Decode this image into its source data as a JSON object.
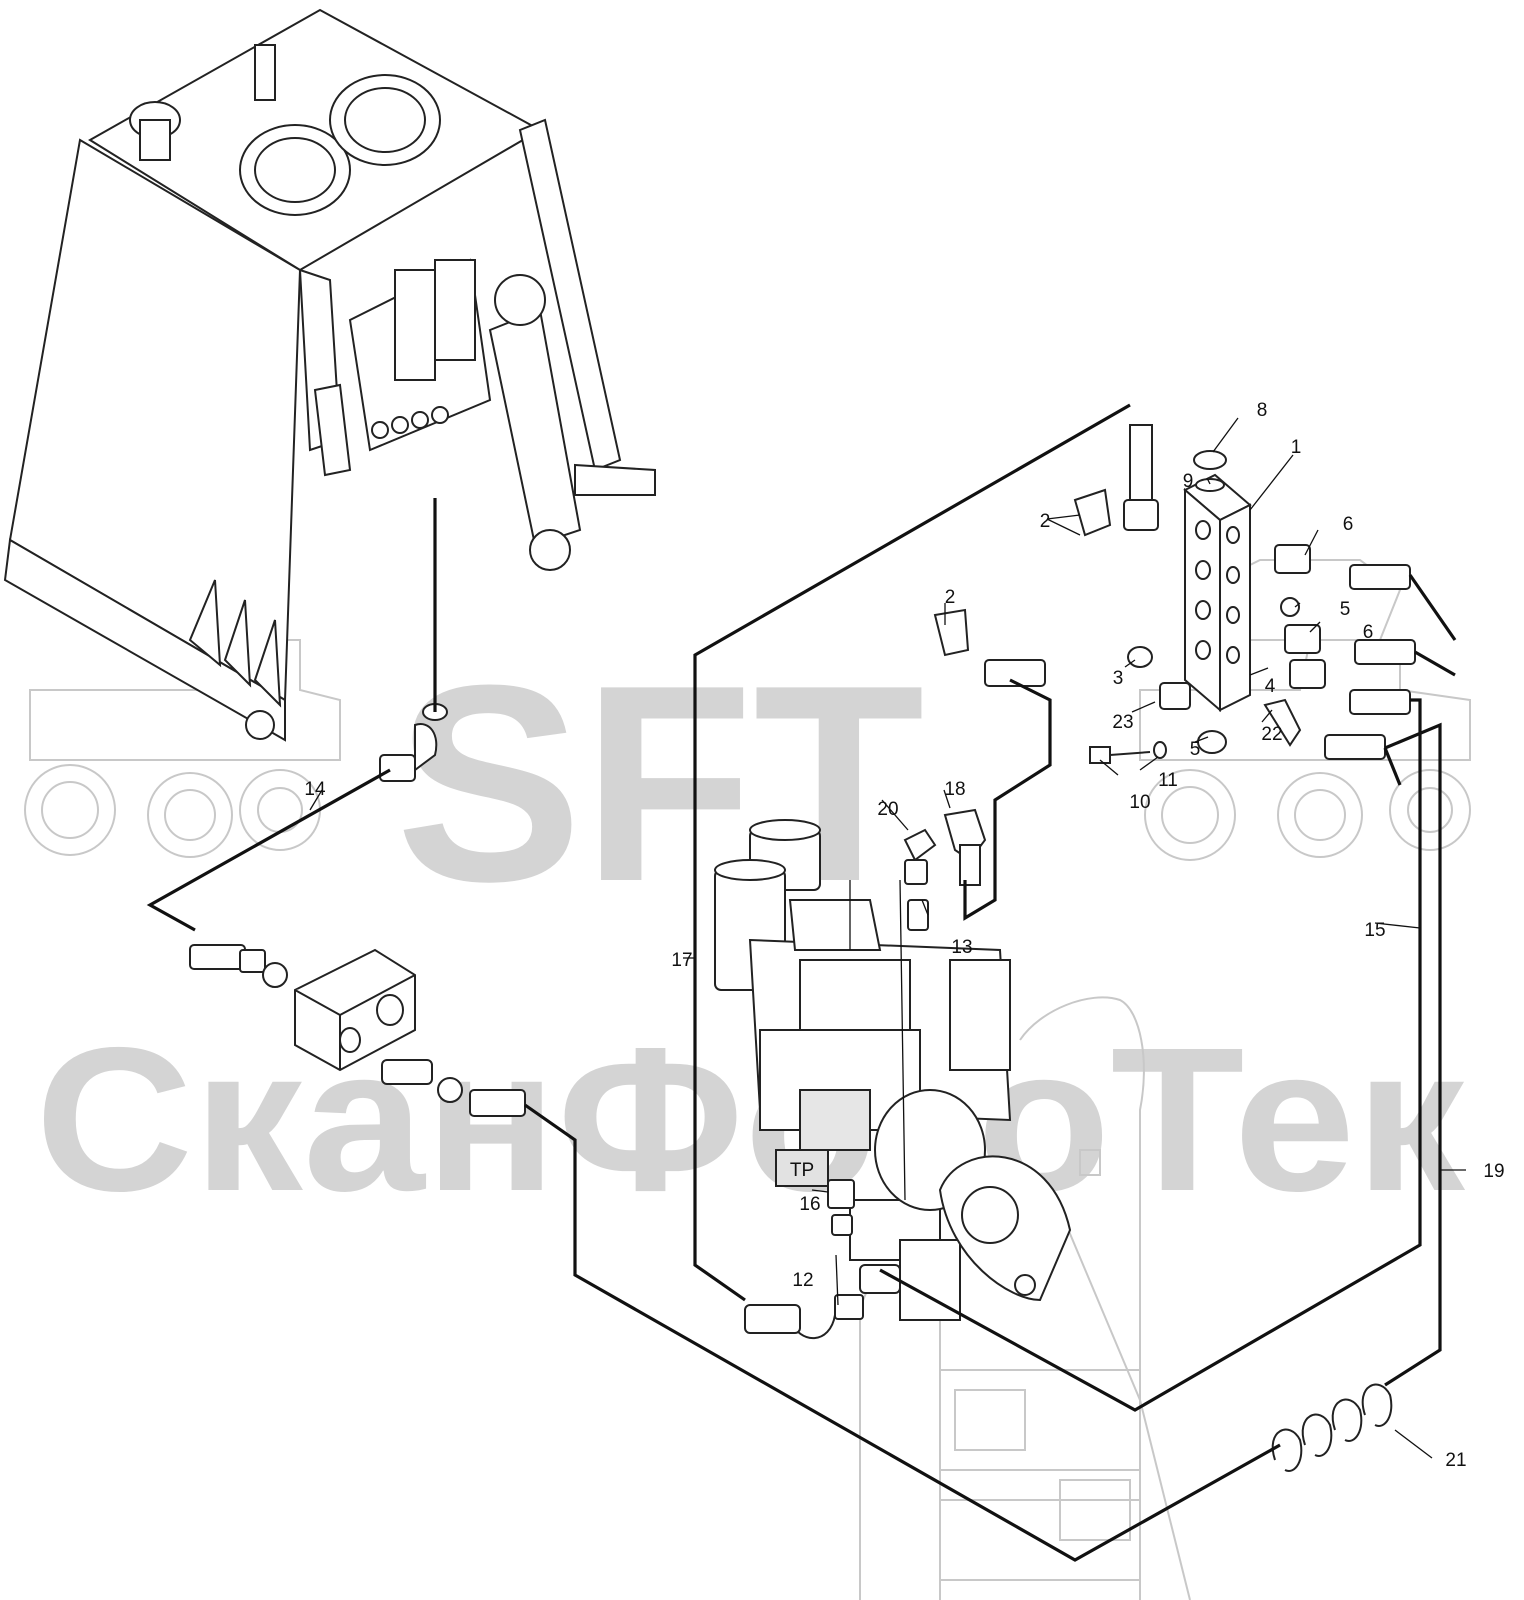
{
  "watermark": {
    "logo_text": "SFT",
    "company_text": "СканФотоТек"
  },
  "test_point_label": "TP",
  "callouts": [
    {
      "id": "c1",
      "text": "1"
    },
    {
      "id": "c2a",
      "text": "2"
    },
    {
      "id": "c2b",
      "text": "2"
    },
    {
      "id": "c3",
      "text": "3"
    },
    {
      "id": "c4",
      "text": "4"
    },
    {
      "id": "c5a",
      "text": "5"
    },
    {
      "id": "c5b",
      "text": "5"
    },
    {
      "id": "c6a",
      "text": "6"
    },
    {
      "id": "c6b",
      "text": "6"
    },
    {
      "id": "c8",
      "text": "8"
    },
    {
      "id": "c9",
      "text": "9"
    },
    {
      "id": "c10",
      "text": "10"
    },
    {
      "id": "c11",
      "text": "11"
    },
    {
      "id": "c12",
      "text": "12"
    },
    {
      "id": "c13",
      "text": "13"
    },
    {
      "id": "c14",
      "text": "14"
    },
    {
      "id": "c15",
      "text": "15"
    },
    {
      "id": "c16",
      "text": "16"
    },
    {
      "id": "c17",
      "text": "17"
    },
    {
      "id": "c18",
      "text": "18"
    },
    {
      "id": "c19",
      "text": "19"
    },
    {
      "id": "c20",
      "text": "20"
    },
    {
      "id": "c21",
      "text": "21"
    },
    {
      "id": "c22",
      "text": "22"
    },
    {
      "id": "c23",
      "text": "23"
    }
  ]
}
